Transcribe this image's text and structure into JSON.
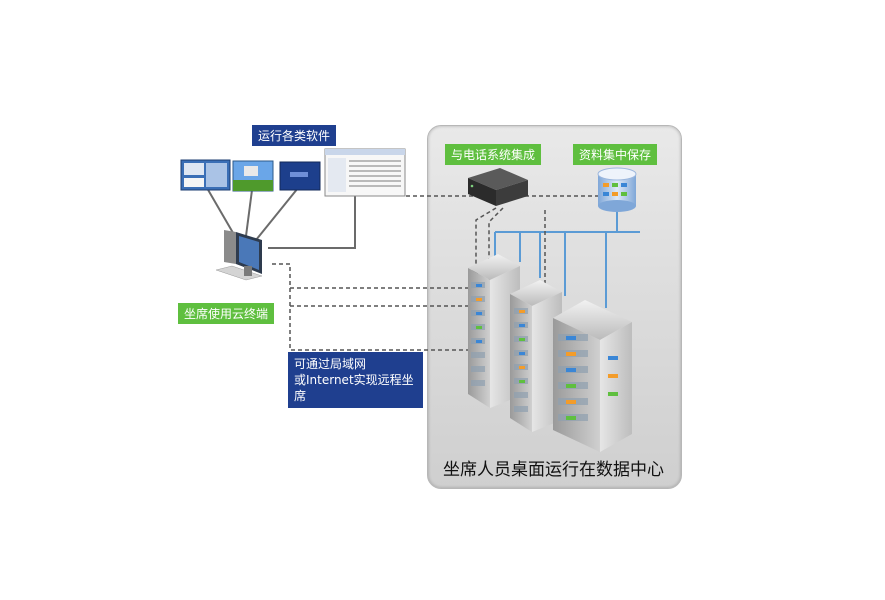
{
  "labels": {
    "run_software": "运行各类软件",
    "phone_integration": "与电话系统集成",
    "data_storage": "资料集中保存",
    "thin_client": "坐席使用云终端",
    "remote_line1": "可通过局域网",
    "remote_line2": "或Internet实现远程坐席",
    "datacenter_caption": "坐席人员桌面运行在数据中心"
  },
  "colors": {
    "label_blue": "#1f3f8f",
    "label_green": "#5fbf3f",
    "link_blue": "#5b9bd5",
    "dashed": "#555555"
  }
}
